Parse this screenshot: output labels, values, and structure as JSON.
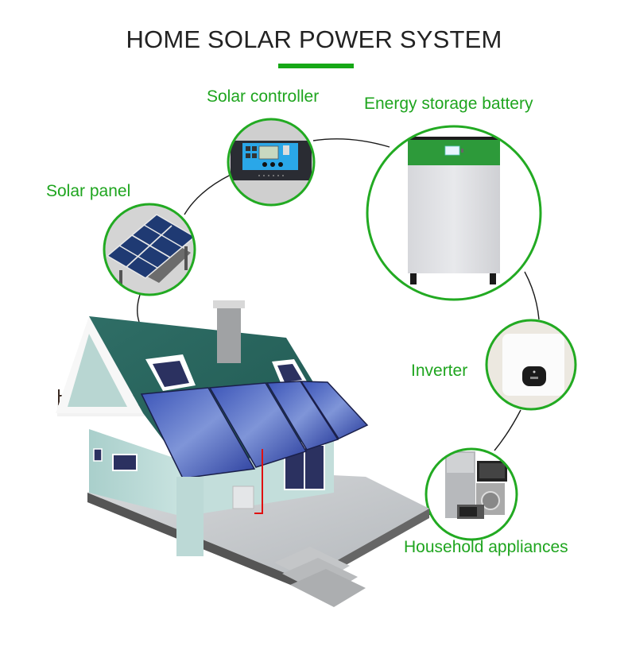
{
  "header": {
    "title": "HOME SOLAR POWER SYSTEM",
    "accent_color": "#16a816"
  },
  "components": [
    {
      "id": "solar-controller",
      "label": "Solar controller",
      "icon": "charge-controller-icon"
    },
    {
      "id": "energy-storage-battery",
      "label": "Energy storage battery",
      "icon": "battery-cabinet-icon"
    },
    {
      "id": "solar-panel",
      "label": "Solar panel",
      "icon": "solar-panel-icon"
    },
    {
      "id": "inverter",
      "label": "Inverter",
      "icon": "inverter-icon"
    },
    {
      "id": "household-appliances",
      "label": "Household appliances",
      "icon": "appliances-icon"
    }
  ],
  "center_illustration": {
    "name": "house-with-rooftop-solar",
    "icon": "house-icon"
  },
  "colors": {
    "label_green": "#1fa51f",
    "circle_border": "#22aa22",
    "connector": "#1a1a1a",
    "title_text": "#222222"
  }
}
